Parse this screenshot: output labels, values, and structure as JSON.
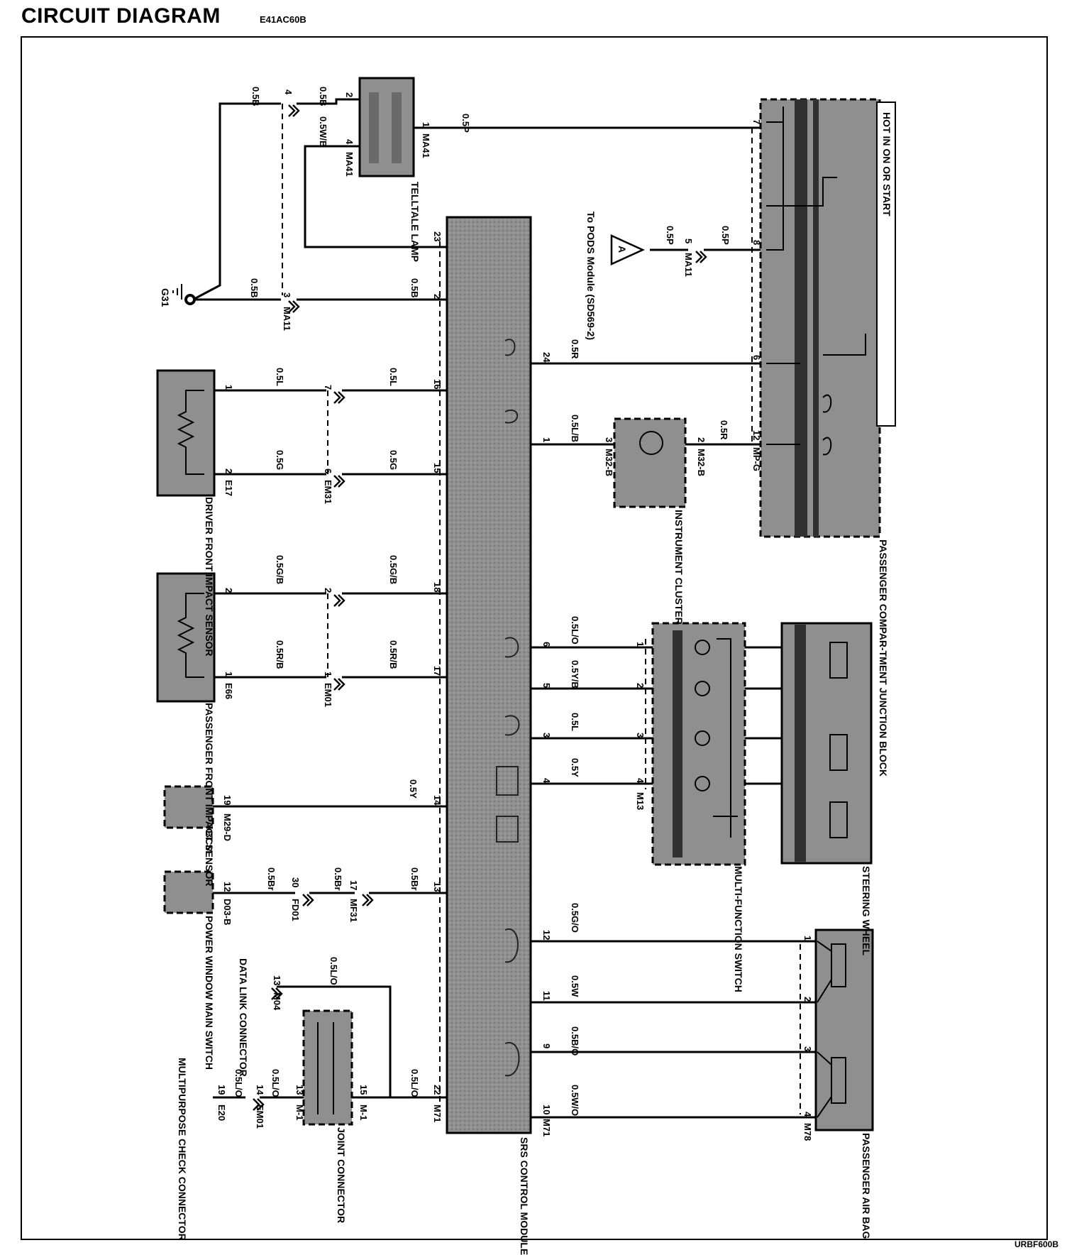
{
  "header": {
    "title": "CIRCUIT DIAGRAM",
    "code": "E41AC60B"
  },
  "footer": {
    "code": "URBF600B"
  },
  "hot_label": "HOT IN ON OR START",
  "components": {
    "telltale": "TELLTALE LAMP",
    "srs": "SRS CONTROL MODULE",
    "pjb": "PASSENGER COMPAR-TMENT JUNCTION BLOCK",
    "cluster": "INSTRUMENT CLUSTER",
    "driver_sensor": "DRIVER FRONT IMPACT SENSOR",
    "pass_sensor": "PASSENGER FRONT IMPACT SENSOR",
    "bcm": "BCM",
    "pwm": "POWER WINDOW MAIN SWITCH",
    "multi": "MULTI-FUNCTION SWITCH",
    "steering": "STEERING WHEEL",
    "airbag": "PASSENGER AIR BAG",
    "joint": "JOINT CONNECTOR",
    "dlc": "DATA LINK CONNECTOR",
    "mpc": "MULTIPURPOSE CHECK CONNECTOR",
    "pods": "To PODS Module (SD569-2)",
    "pods_tag": "A",
    "ground": "G31"
  },
  "wires": {
    "w_0_5B": "0.5B",
    "w_0_5W_B": "0.5W/B",
    "w_0_5P": "0.5P",
    "w_0_5R": "0.5R",
    "w_0_5L_B": "0.5L/B",
    "w_0_5L": "0.5L",
    "w_0_5G": "0.5G",
    "w_0_5G_B": "0.5G/B",
    "w_0_5R_B": "0.5R/B",
    "w_0_5Y": "0.5Y",
    "w_0_5Br": "0.5Br",
    "w_0_5L_O": "0.5L/O",
    "w_0_5Y_B": "0.5Y/B",
    "w_0_5G_O": "0.5G/O",
    "w_0_5W": "0.5W",
    "w_0_5B_O": "0.5B/O",
    "w_0_5W_O": "0.5W/O"
  },
  "connectors": {
    "MA41": "MA41",
    "MA11": "MA11",
    "MP_G": "MP-G",
    "M32_B": "M32-B",
    "E17": "E17",
    "EM31": "EM31",
    "E66": "E66",
    "EM01": "EM01",
    "M29_D": "M29-D",
    "D03_B": "D03-B",
    "FD01": "FD01",
    "MF31": "MF31",
    "M13": "M13",
    "M71": "M71",
    "M78": "M78",
    "M04": "M04",
    "M_1": "M-1",
    "E20": "E20"
  },
  "pins": {
    "p1": "1",
    "p2": "2",
    "p3": "3",
    "p4": "4",
    "p5": "5",
    "p6": "6",
    "p7": "7",
    "p8": "8",
    "p9": "9",
    "p10": "10",
    "p11": "11",
    "p12": "12",
    "p13": "13",
    "p14": "14",
    "p15": "15",
    "p16": "16",
    "p17": "17",
    "p18": "18",
    "p19": "19",
    "p22": "22",
    "p23": "23",
    "p24": "24",
    "p30": "30"
  }
}
